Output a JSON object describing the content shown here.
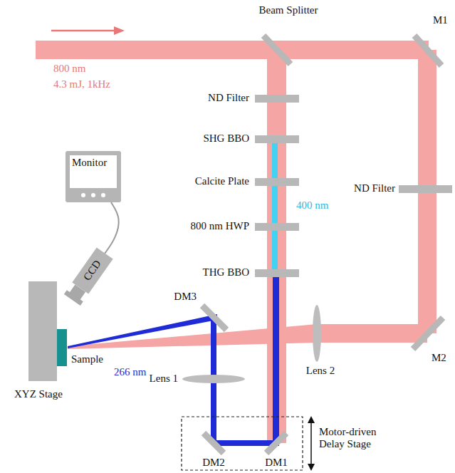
{
  "diagram": {
    "nodes": [
      {
        "text": [
          "Monitor"
        ]
      },
      {
        "text": [
          "CCD"
        ]
      }
    ],
    "edges": [
      {
        "from": 0,
        "to": 1,
        "arrow": "none"
      }
    ],
    "labels": [
      "800 nm",
      "4.3 mJ, 1kHz",
      "Beam Splitter",
      "M1",
      "ND Filter",
      "SHG BBO",
      "Calcite Plate",
      "ND Filter",
      "400 nm",
      "800 nm HWP",
      "THG BBO",
      "DM3",
      "M2",
      "Sample",
      "Lens 2",
      "266 nm",
      "Lens 1",
      "XYZ Stage",
      "Motor-driven Delay Stage",
      "DM2",
      "DM1"
    ]
  }
}
